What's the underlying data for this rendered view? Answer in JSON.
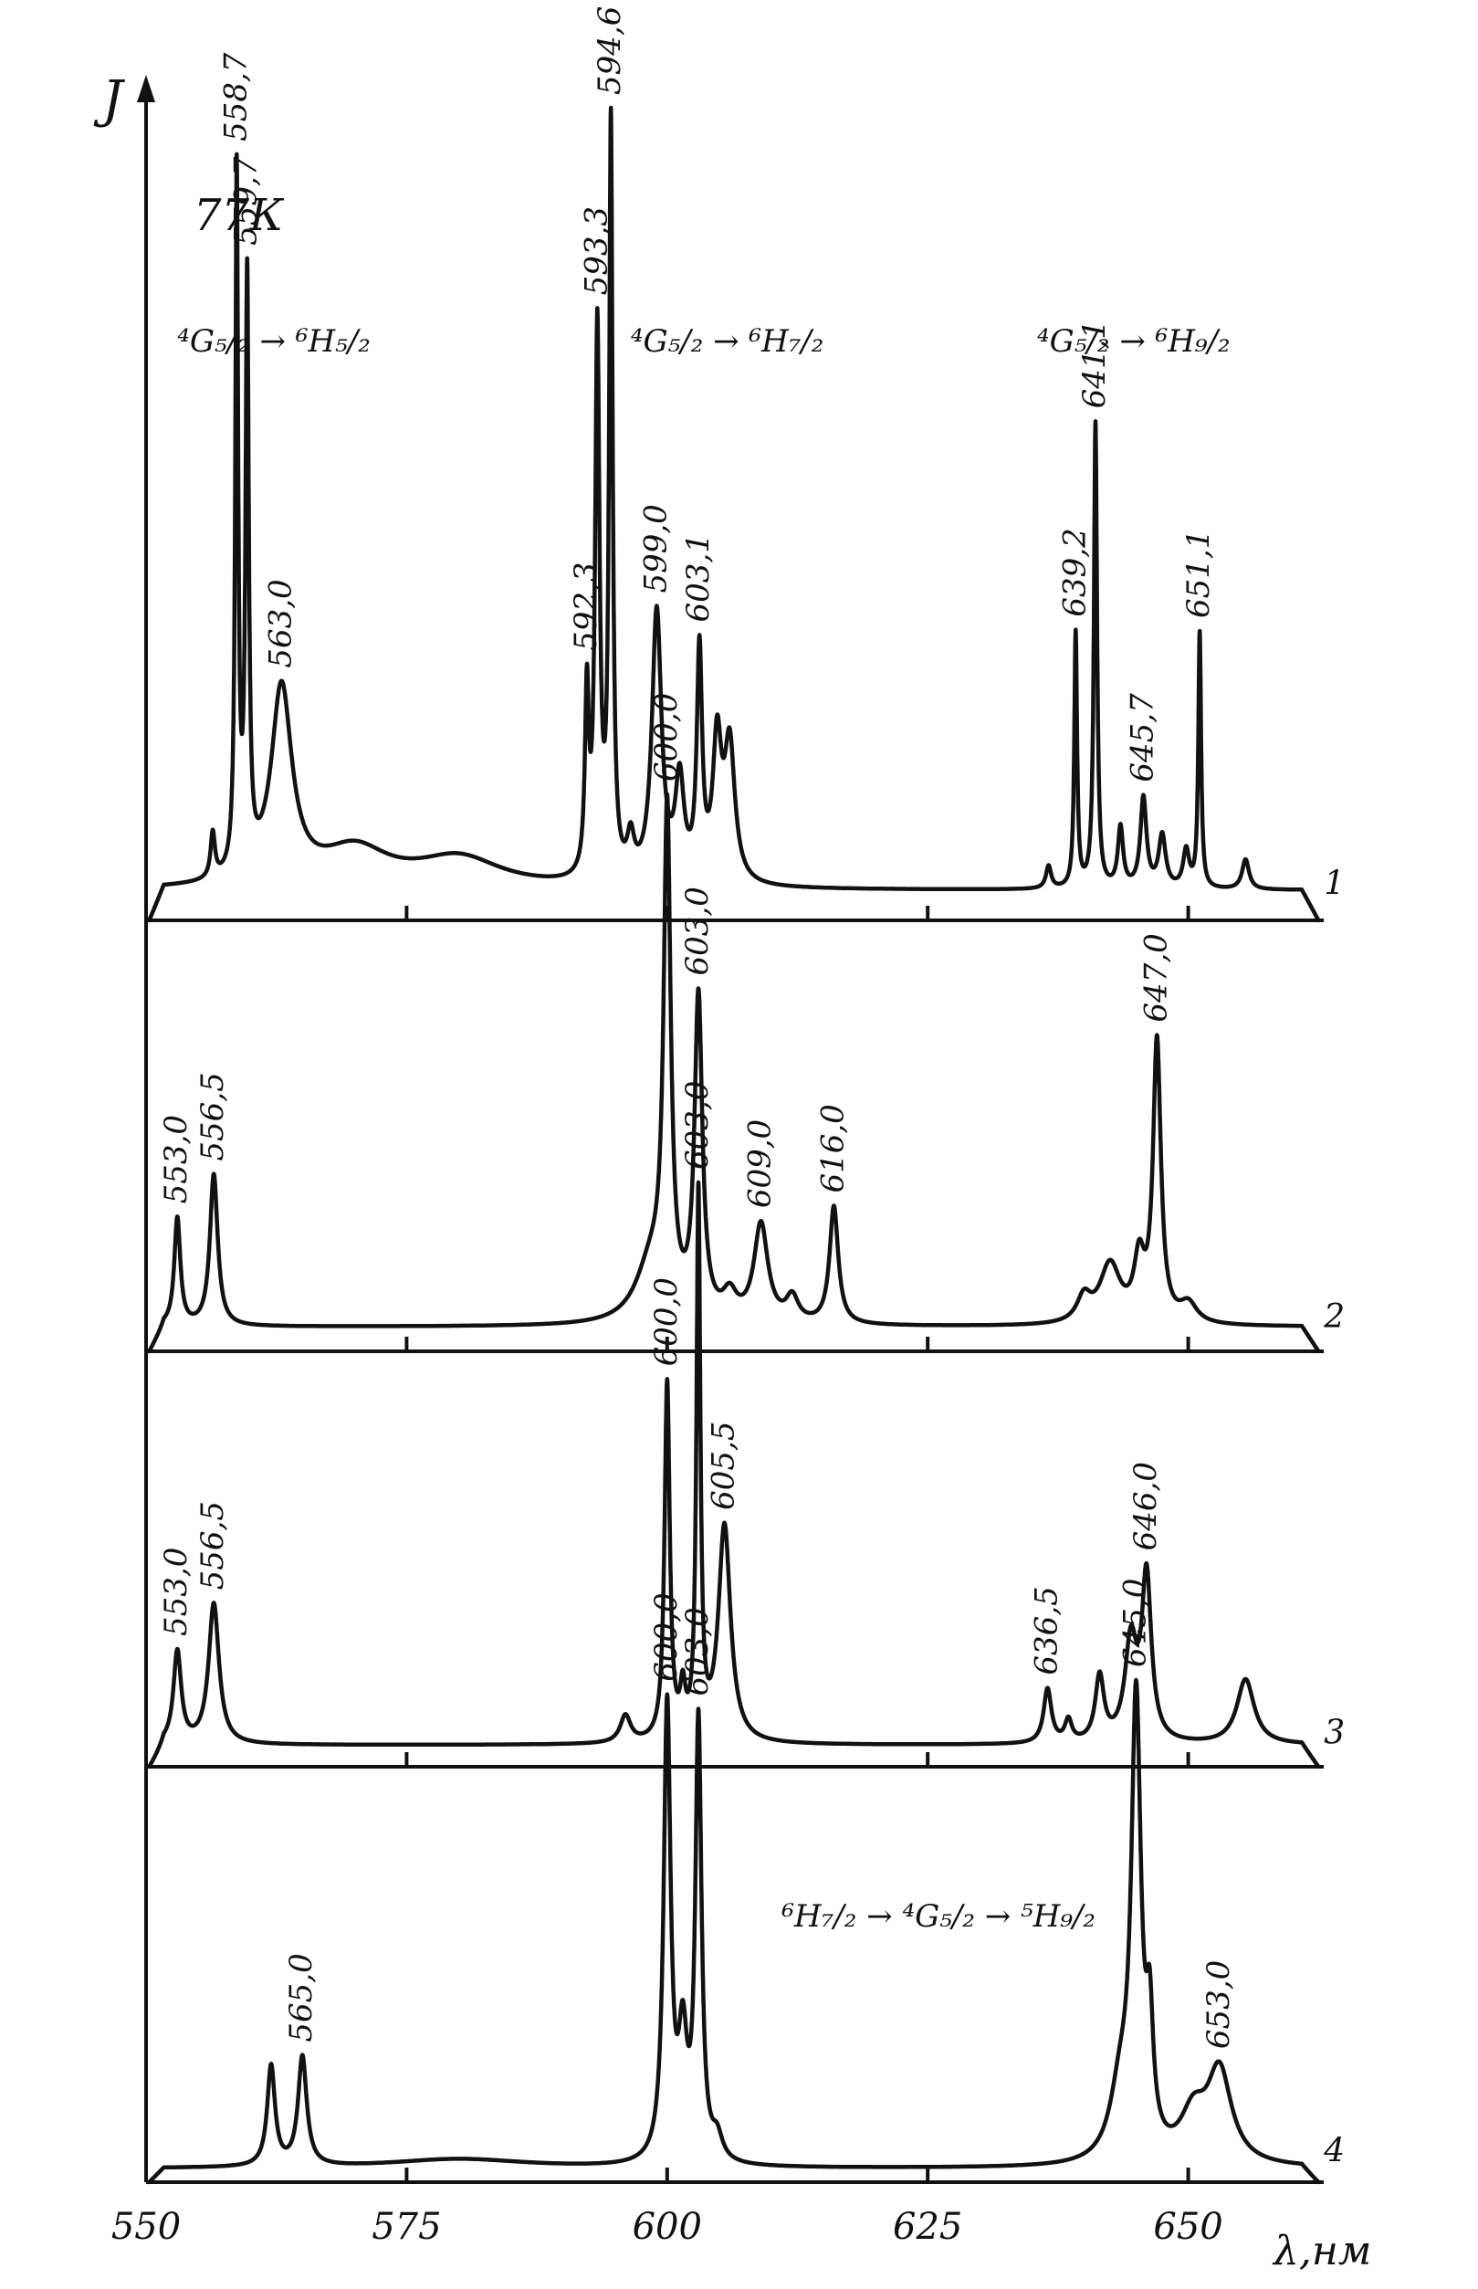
{
  "chart_data": {
    "type": "line",
    "xlabel": "λ,нм",
    "ylabel": "J",
    "xlim": [
      550,
      663
    ],
    "x_ticks": [
      550,
      575,
      600,
      625,
      650
    ],
    "x_tick_labels": [
      "550",
      "575",
      "600",
      "625",
      "650"
    ],
    "temperature_label": "77К",
    "transition_labels": [
      {
        "text": "⁴G₅/₂ → ⁶H₅/₂",
        "x": 553,
        "series": "1"
      },
      {
        "text": "⁴G₅/₂ → ⁶H₇/₂",
        "x": 596.5,
        "series": "1"
      },
      {
        "text": "⁴G₅/₂ → ⁶H₉/₂",
        "x": 635.5,
        "series": "1"
      },
      {
        "text": "⁶H₇/₂ → ⁴G₅/₂ → ⁵H₉/₂",
        "x": 611,
        "series": "4"
      }
    ],
    "series": [
      {
        "name": "1",
        "baseline": 0.04,
        "peaks": [
          {
            "x": 556.4,
            "h": 0.06,
            "w": 0.25
          },
          {
            "x": 558.7,
            "h": 0.93,
            "w": 0.16,
            "label": "558,7"
          },
          {
            "x": 559.7,
            "h": 0.78,
            "w": 0.18,
            "label": "559,7"
          },
          {
            "x": 563.0,
            "h": 0.26,
            "w": 1.2,
            "label": "563,0"
          },
          {
            "x": 570,
            "h": 0.05,
            "w": 4.0
          },
          {
            "x": 580,
            "h": 0.04,
            "w": 5.0
          },
          {
            "x": 592.3,
            "h": 0.24,
            "w": 0.22,
            "label": "592,3"
          },
          {
            "x": 593.3,
            "h": 0.73,
            "w": 0.25,
            "label": "593,3"
          },
          {
            "x": 594.6,
            "h": 1.0,
            "w": 0.2,
            "label": "594,6"
          },
          {
            "x": 596.5,
            "h": 0.05,
            "w": 0.4
          },
          {
            "x": 599.0,
            "h": 0.36,
            "w": 0.55,
            "label": "599,0"
          },
          {
            "x": 601.2,
            "h": 0.13,
            "w": 0.5
          },
          {
            "x": 603.1,
            "h": 0.3,
            "w": 0.3,
            "label": "603,1"
          },
          {
            "x": 604.8,
            "h": 0.18,
            "w": 0.5
          },
          {
            "x": 606.0,
            "h": 0.18,
            "w": 0.6
          },
          {
            "x": 636.6,
            "h": 0.03,
            "w": 0.3
          },
          {
            "x": 639.2,
            "h": 0.34,
            "w": 0.16,
            "label": "639,2"
          },
          {
            "x": 641.1,
            "h": 0.62,
            "w": 0.18,
            "label": "641,1"
          },
          {
            "x": 643.5,
            "h": 0.08,
            "w": 0.3
          },
          {
            "x": 645.7,
            "h": 0.12,
            "w": 0.35,
            "label": "645,7"
          },
          {
            "x": 647.5,
            "h": 0.07,
            "w": 0.4
          },
          {
            "x": 649.8,
            "h": 0.05,
            "w": 0.35
          },
          {
            "x": 651.1,
            "h": 0.34,
            "w": 0.16,
            "label": "651,1"
          },
          {
            "x": 655.5,
            "h": 0.04,
            "w": 0.4
          }
        ],
        "end_label": "1"
      },
      {
        "name": "2",
        "baseline": 0.05,
        "peaks": [
          {
            "x": 553.0,
            "h": 0.22,
            "w": 0.35,
            "label": "553,0"
          },
          {
            "x": 556.5,
            "h": 0.31,
            "w": 0.45,
            "label": "556,5"
          },
          {
            "x": 600.0,
            "h": 1.0,
            "w": 0.4,
            "label": "600,0"
          },
          {
            "x": 598.5,
            "h": 0.12,
            "w": 1.8
          },
          {
            "x": 603.0,
            "h": 0.65,
            "w": 0.45,
            "label": "603,0"
          },
          {
            "x": 606,
            "h": 0.05,
            "w": 0.8
          },
          {
            "x": 609.0,
            "h": 0.2,
            "w": 0.8,
            "label": "609,0"
          },
          {
            "x": 612,
            "h": 0.05,
            "w": 0.7
          },
          {
            "x": 616.0,
            "h": 0.24,
            "w": 0.5,
            "label": "616,0"
          },
          {
            "x": 640,
            "h": 0.05,
            "w": 0.8
          },
          {
            "x": 642.5,
            "h": 0.12,
            "w": 1.2
          },
          {
            "x": 645.3,
            "h": 0.12,
            "w": 0.6
          },
          {
            "x": 647.0,
            "h": 0.57,
            "w": 0.45,
            "label": "647,0"
          },
          {
            "x": 650,
            "h": 0.04,
            "w": 1.0
          }
        ],
        "end_label": "2"
      },
      {
        "name": "3",
        "baseline": 0.04,
        "peaks": [
          {
            "x": 553.0,
            "h": 0.17,
            "w": 0.45,
            "label": "553,0"
          },
          {
            "x": 556.5,
            "h": 0.26,
            "w": 0.6,
            "label": "556,5"
          },
          {
            "x": 596.0,
            "h": 0.05,
            "w": 0.6
          },
          {
            "x": 600.0,
            "h": 0.66,
            "w": 0.3,
            "label": "600,0"
          },
          {
            "x": 601.5,
            "h": 0.08,
            "w": 0.3
          },
          {
            "x": 603.0,
            "h": 1.0,
            "w": 0.22,
            "label": "603,0"
          },
          {
            "x": 605.5,
            "h": 0.4,
            "w": 0.7,
            "label": "605,5"
          },
          {
            "x": 636.5,
            "h": 0.1,
            "w": 0.45,
            "label": "636,5"
          },
          {
            "x": 638.5,
            "h": 0.04,
            "w": 0.4
          },
          {
            "x": 641.5,
            "h": 0.12,
            "w": 0.5
          },
          {
            "x": 644.5,
            "h": 0.18,
            "w": 0.7
          },
          {
            "x": 646.0,
            "h": 0.3,
            "w": 0.55,
            "label": "646,0"
          },
          {
            "x": 655.5,
            "h": 0.12,
            "w": 1.0
          }
        ],
        "end_label": "3"
      },
      {
        "name": "4",
        "baseline": 0.03,
        "peaks": [
          {
            "x": 562.0,
            "h": 0.22,
            "w": 0.45
          },
          {
            "x": 565.0,
            "h": 0.24,
            "w": 0.5,
            "label": "565,0"
          },
          {
            "x": 580,
            "h": 0.02,
            "w": 8
          },
          {
            "x": 600.0,
            "h": 1.0,
            "w": 0.4,
            "label": "600,0"
          },
          {
            "x": 601.5,
            "h": 0.25,
            "w": 0.5
          },
          {
            "x": 603.0,
            "h": 0.96,
            "w": 0.35,
            "label": "603,0"
          },
          {
            "x": 604.8,
            "h": 0.05,
            "w": 0.6
          },
          {
            "x": 645.0,
            "h": 0.98,
            "w": 0.55,
            "label": "645,0"
          },
          {
            "x": 646.3,
            "h": 0.25,
            "w": 0.4
          },
          {
            "x": 643.5,
            "h": 0.15,
            "w": 1.2
          },
          {
            "x": 650.5,
            "h": 0.1,
            "w": 1.5
          },
          {
            "x": 653.0,
            "h": 0.2,
            "w": 1.4,
            "label": "653,0"
          }
        ],
        "end_label": "4"
      }
    ]
  }
}
